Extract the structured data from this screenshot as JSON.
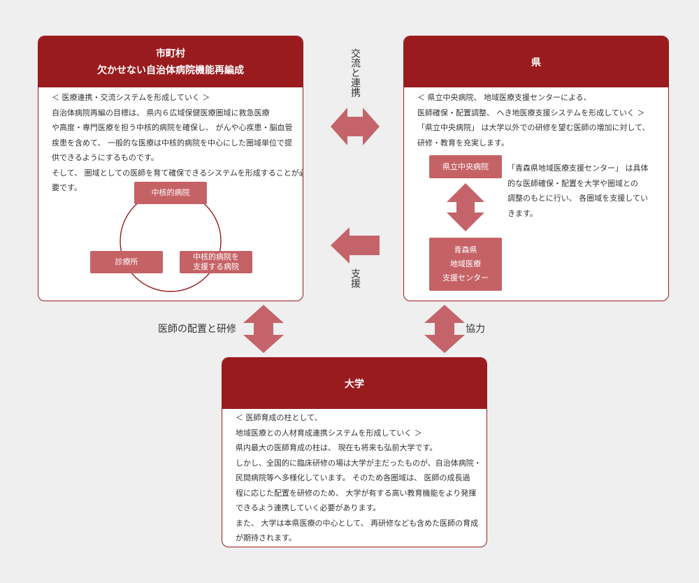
{
  "colors": {
    "header": "#9a1b1e",
    "node": "#c56266",
    "arrow": "#c4646a",
    "background": "#efefef"
  },
  "municipality": {
    "title_line1": "市町村",
    "title_line2": "欠かせない自治体病院機能再編成",
    "lines": [
      "＜ 医療連携・交流システムを形成していく ＞",
      "自治体病院再編の目標は、 県内６広域保健医療圏域に救急医療",
      "や高度・専門医療を担う中核的病院を確保し、 がんや心疾患・脳血管",
      "疾患を含めて、 一般的な医療は中核的病院を中心にした圏域単位で提",
      "供できるようにするものです。",
      "そして、 圏域としての医師を育て確保できるシステムを形成することが必",
      "要です。"
    ],
    "node_core": "中核的病院",
    "node_clinic": "診療所",
    "node_support_line1": "中核的病院を",
    "node_support_line2": "支援する病院"
  },
  "prefecture": {
    "title": "県",
    "lines": [
      "＜ 県立中央病院、 地域医療支援センターによる、",
      "医師確保・配置調整、 へき地医療支援システムを形成していく ＞",
      "「県立中央病院」 は大学以外での研修を望む医師の増加に対して、",
      "研修・教育を充実します。"
    ],
    "node_central": "県立中央病院",
    "node_center_line1": "青森県",
    "node_center_line2": "地域医療",
    "node_center_line3": "支援センター",
    "side_lines": [
      "「青森県地域医療支援センター」 は具体",
      "的な医師確保・配置を大学や圏域との",
      "調整のもとに行い、 各圏域を支援してい",
      "きます。"
    ]
  },
  "university": {
    "title": "大学",
    "lines": [
      "＜ 医師育成の柱として、",
      "地域医療との人材育成連携システムを形成していく ＞",
      "県内最大の医師育成の柱は、 現在も将来も弘前大学です。",
      "しかし、全国的に臨床研修の場は大学が主だったものが、自治体病院・",
      "民間病院等へ多様化しています。 そのため各圏域は、 医師の成長過",
      "程に応じた配置を研修のため、 大学が有する高い教育機能をより発揮",
      "できるよう連携していく必要があります。",
      "また、 大学は本県医療の中心として、 再研修なども含めた医師の育成",
      "が期待されます。"
    ]
  },
  "connectors": {
    "exchange": "交流と連携",
    "support": "支援",
    "placement": "医師の配置と研修",
    "cooperation": "協力"
  }
}
